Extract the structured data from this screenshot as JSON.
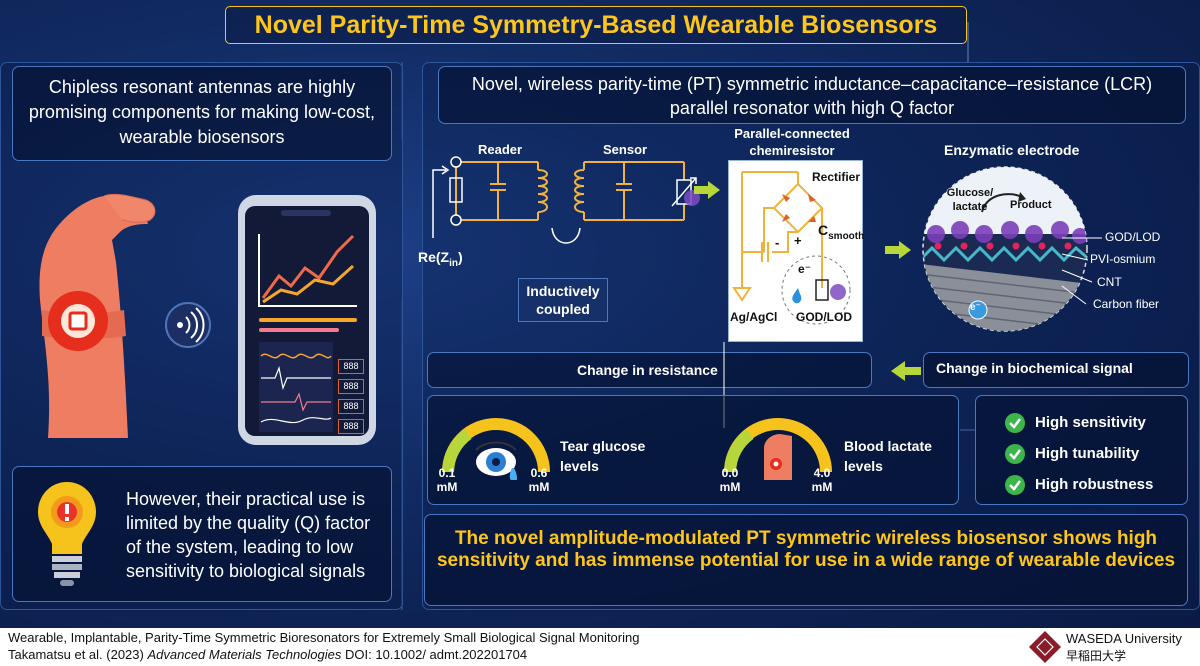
{
  "title": "Novel Parity-Time Symmetry-Based Wearable Biosensors",
  "left_top_text": "Chipless resonant antennas are highly promising components for making low-cost, wearable biosensors",
  "left_bottom_text": "However, their practical use is limited by the quality (Q) factor of the system, leading to low sensitivity to biological signals",
  "right_top_text": "Novel, wireless parity-time (PT) symmetric inductance–capacitance–resistance (LCR) parallel resonator with high Q factor",
  "phone_values": [
    "888",
    "888",
    "888",
    "888"
  ],
  "circuit": {
    "reader": "Reader",
    "sensor": "Sensor",
    "re_zin_base": "Re(Z",
    "re_zin_sub": "in",
    "re_zin_close": ")",
    "inductively_coupled": "Inductively coupled",
    "chemiresistor_title": "Parallel-connected chemiresistor",
    "rectifier": "Rectifier",
    "csmooth_base": "C",
    "csmooth_sub": "smooth",
    "minus": "-",
    "plus": "+",
    "electron": "e⁻",
    "ag_agcl": "Ag/AgCl",
    "god_lod": "GOD/LOD"
  },
  "electrode": {
    "title": "Enzymatic electrode",
    "glucose": "Glucose/ lactate",
    "product": "Product",
    "god_lod": "GOD/LOD",
    "pvi": "PVI-osmium",
    "cnt": "CNT",
    "carbon_fiber": "Carbon fiber",
    "electron": "e⁻"
  },
  "change_resistance": "Change in resistance",
  "change_biochemical": "Change in biochemical signal",
  "gauges": [
    {
      "label": "Tear glucose levels",
      "min": "0.1 mM",
      "max": "0.6 mM"
    },
    {
      "label": "Blood lactate levels",
      "min": "0.0 mM",
      "max": "4.0 mM"
    }
  ],
  "features": [
    "High sensitivity",
    "High tunability",
    "High robustness"
  ],
  "conclusion": "The novel amplitude-modulated PT symmetric wireless biosensor shows high sensitivity and has immense potential for use in a wide range of wearable devices",
  "footer": {
    "line1": "Wearable, Implantable, Parity-Time Symmetric Bioresonators for Extremely Small Biological Signal Monitoring",
    "line2_authors": "Takamatsu et al. (2023) ",
    "line2_journal": "Advanced Materials Technologies",
    "line2_doi": " DOI: 10.1002/ admt.202201704",
    "university": "WASEDA University",
    "university_jp": "早稲田大学"
  },
  "colors": {
    "accent": "#ffc61a",
    "panel_border": "#3f6fb8",
    "green_arrow": "#b6d63a",
    "check_green": "#3cb54a"
  }
}
